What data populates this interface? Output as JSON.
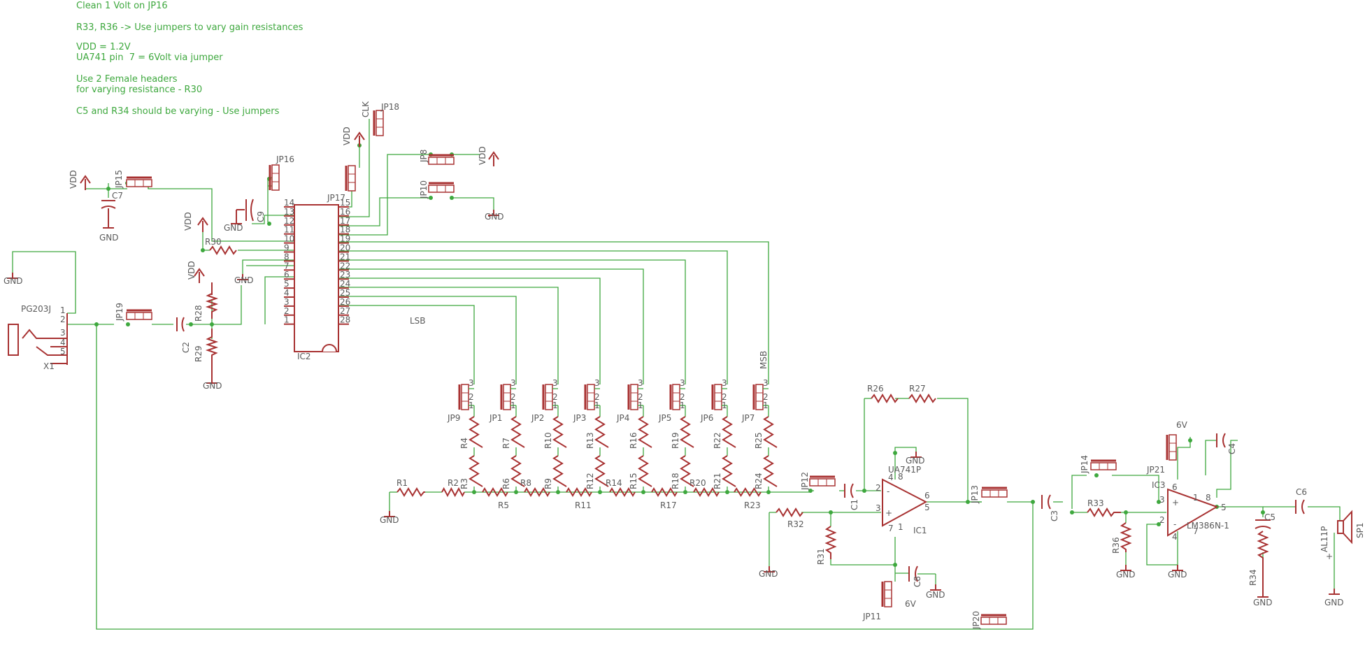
{
  "notes": [
    "Clean 1 Volt on JP16",
    "R33, R36 -> Use jumpers to vary gain resistances",
    "VDD = 1.2V\nUA741 pin  7 = 6Volt via jumper",
    "Use 2 Female headers\nfor varying resistance - R30",
    "C5 and R34 should be varying - Use jumpers"
  ],
  "ic2": {
    "name": "IC2",
    "left_pins": [
      "14",
      "13",
      "12",
      "11",
      "10",
      "9",
      "8",
      "7",
      "6",
      "5",
      "4",
      "3",
      "2",
      "1"
    ],
    "right_pins": [
      "15",
      "16",
      "17",
      "18",
      "19",
      "20",
      "21",
      "22",
      "23",
      "24",
      "25",
      "26",
      "27",
      "28"
    ]
  },
  "bit_jumpers": [
    "JP9",
    "JP1",
    "JP2",
    "JP3",
    "JP4",
    "JP5",
    "JP6",
    "JP7"
  ],
  "ladder_top": [
    "R4",
    "R7",
    "R10",
    "R13",
    "R16",
    "R19",
    "R22",
    "R25"
  ],
  "ladder_bottom": [
    "R3",
    "R6",
    "R9",
    "R12",
    "R15",
    "R18",
    "R21",
    "R24"
  ],
  "ladder_series": [
    "R2",
    "R5",
    "R8",
    "R11",
    "R14",
    "R17",
    "R20",
    "R23"
  ],
  "pin_numbers": [
    "1",
    "2",
    "3"
  ],
  "jack_pins": [
    "1",
    "2",
    "3",
    "4",
    "5"
  ],
  "opamp_pins": {
    "inv": "2",
    "noninv": "3",
    "v_pos": "7",
    "v_neg": "4",
    "out": "6",
    "off1": "1",
    "off2": "5",
    "extra": "8"
  },
  "amp_pins": {
    "inv": "2",
    "noninv": "3",
    "v_pos": "6",
    "gnd": "4",
    "out": "5",
    "g1": "1",
    "g8": "8",
    "byp": "7"
  },
  "labels": {
    "gnd": "GND",
    "vdd": "VDD",
    "clk": "CLK",
    "lsb": "LSB",
    "msb": "MSB",
    "six_v": "6V",
    "r1": "R1",
    "r26": "R26",
    "r27": "R27",
    "r28": "R28",
    "r29": "R29",
    "r30": "R30",
    "r31": "R31",
    "r32": "R32",
    "r33": "R33",
    "r34": "R34",
    "r36": "R36",
    "c1": "C1",
    "c2": "C2",
    "c3": "C3",
    "c4": "C4",
    "c5": "C5",
    "c6": "C6",
    "c7": "C7",
    "c8": "C8",
    "c9": "C9",
    "jp8": "JP8",
    "jp10": "JP10",
    "jp11": "JP11",
    "jp12": "JP12",
    "jp13": "JP13",
    "jp14": "JP14",
    "jp15": "JP15",
    "jp16": "JP16",
    "jp17": "JP17",
    "jp18": "JP18",
    "jp19": "JP19",
    "jp20": "JP20",
    "jp21": "JP21",
    "ic1": "IC1",
    "ua741": "UA741P",
    "ic3": "IC3",
    "lm386": "LM386N-1",
    "pg203j": "PG203J",
    "x1": "X1",
    "sp1": "SP1",
    "al11p": "AL11P",
    "plus": "+",
    "minus": "-"
  }
}
